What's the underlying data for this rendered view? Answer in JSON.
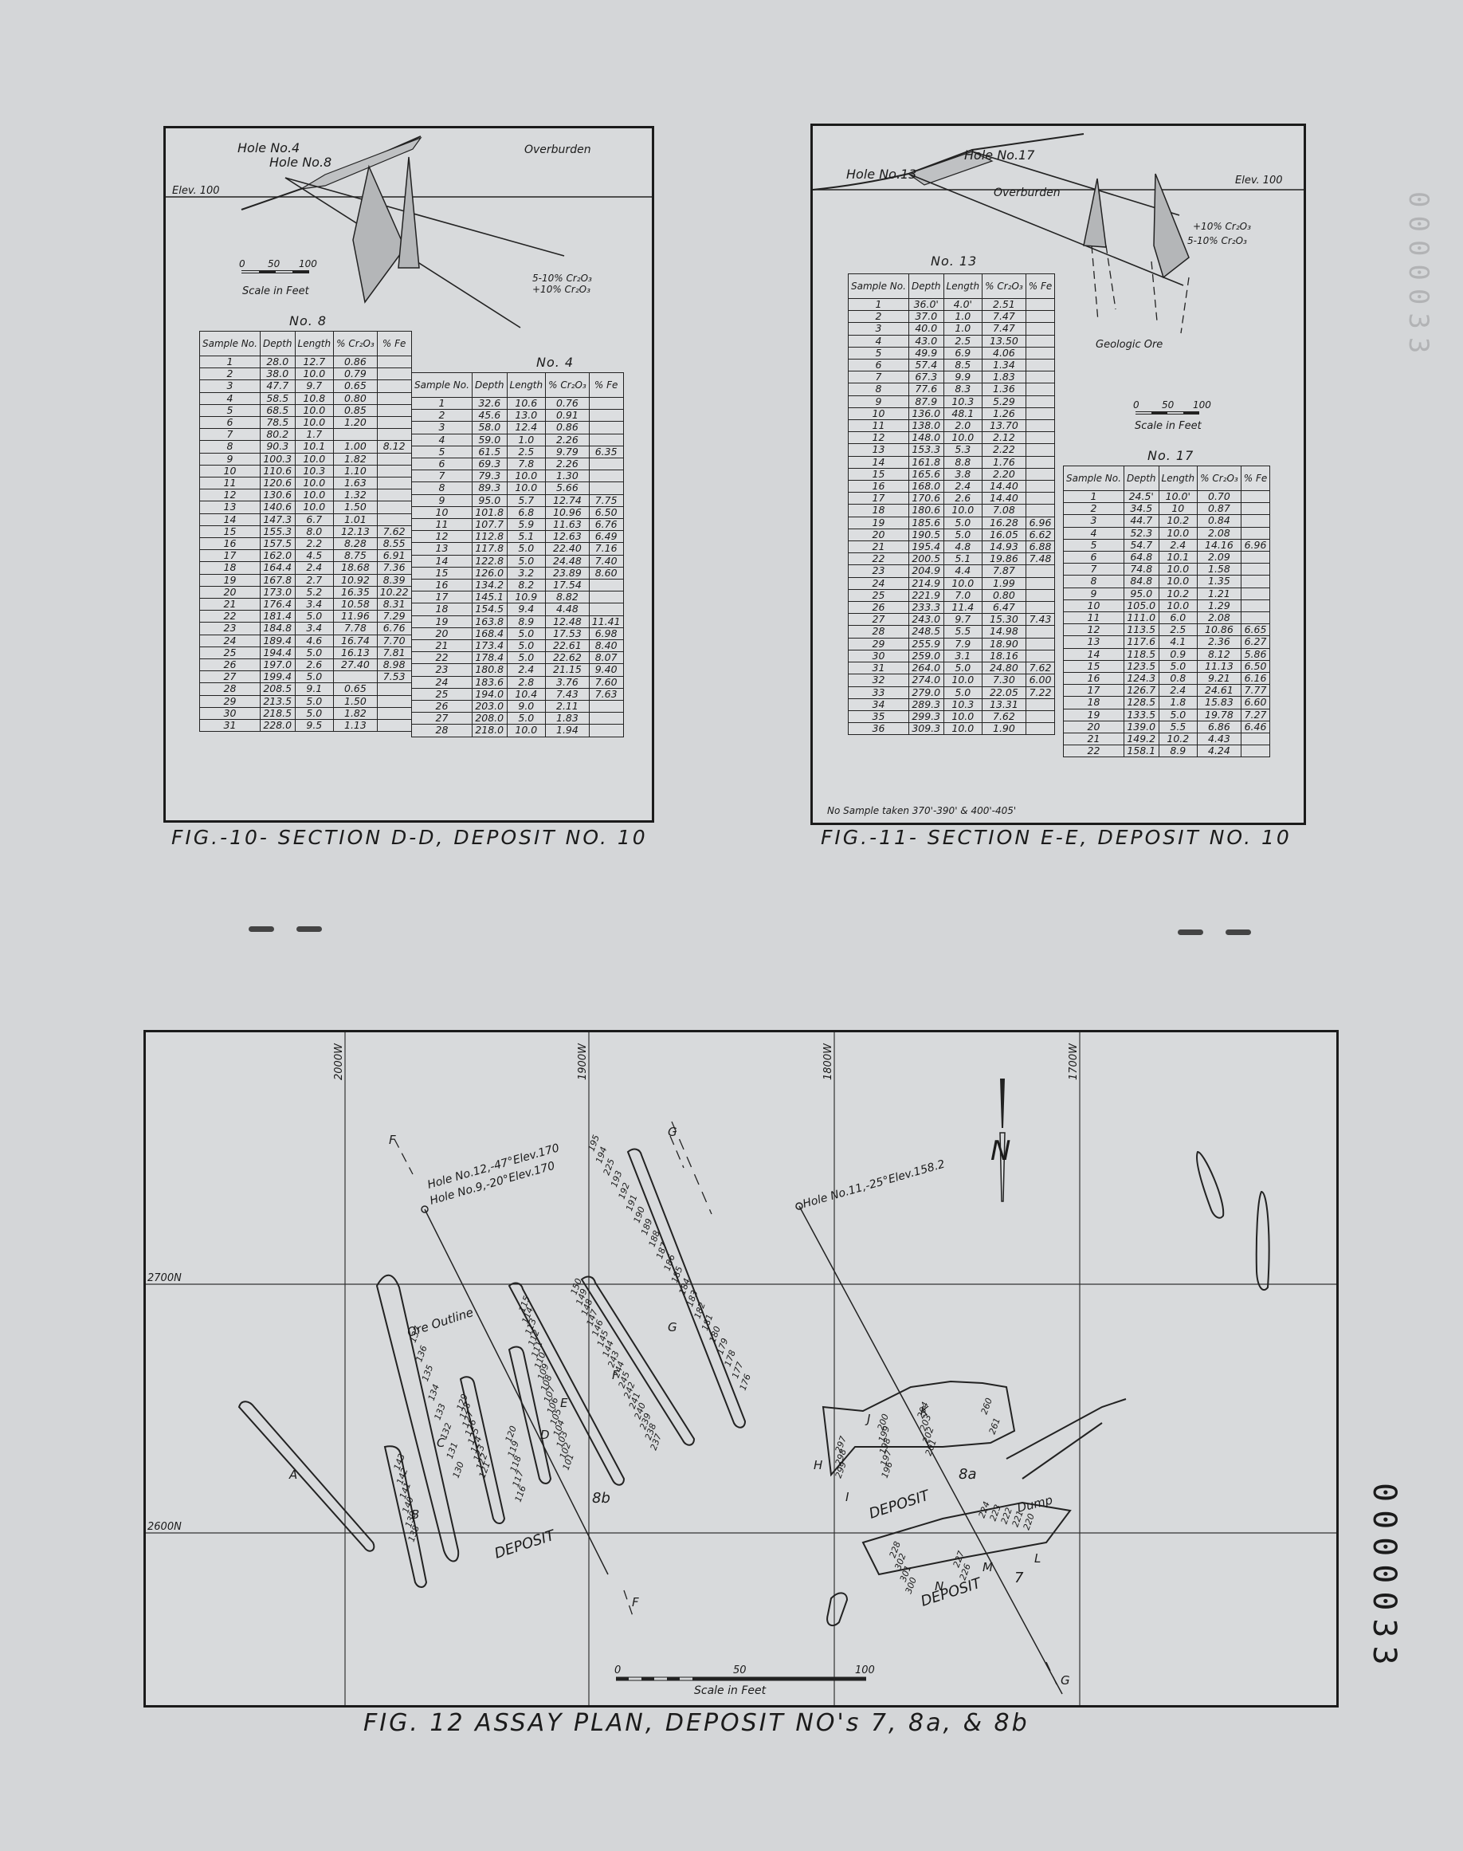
{
  "side_id": "0000033",
  "faded_id": "0000033",
  "fig10": {
    "caption": "FIG.-10- SECTION D-D, DEPOSIT NO. 10",
    "labels": {
      "hole4": "Hole No.4",
      "hole8": "Hole No.8",
      "overburden": "Overburden",
      "elev": "Elev. 100",
      "grade_low": "5-10% Cr₂O₃",
      "grade_high": "+10% Cr₂O₃",
      "scale_0": "0",
      "scale_50": "50",
      "scale_100": "100",
      "scale_title": "Scale in Feet"
    },
    "table8": {
      "title": "No. 8",
      "headers": [
        "Sample No.",
        "Depth",
        "Length",
        "% Cr₂O₃",
        "% Fe"
      ],
      "rows": [
        [
          "1",
          "28.0",
          "12.7",
          "0.86",
          ""
        ],
        [
          "2",
          "38.0",
          "10.0",
          "0.79",
          ""
        ],
        [
          "3",
          "47.7",
          "9.7",
          "0.65",
          ""
        ],
        [
          "4",
          "58.5",
          "10.8",
          "0.80",
          ""
        ],
        [
          "5",
          "68.5",
          "10.0",
          "0.85",
          ""
        ],
        [
          "6",
          "78.5",
          "10.0",
          "1.20",
          ""
        ],
        [
          "7",
          "80.2",
          "1.7",
          "",
          ""
        ],
        [
          "8",
          "90.3",
          "10.1",
          "1.00",
          "8.12"
        ],
        [
          "9",
          "100.3",
          "10.0",
          "1.82",
          ""
        ],
        [
          "10",
          "110.6",
          "10.3",
          "1.10",
          ""
        ],
        [
          "11",
          "120.6",
          "10.0",
          "1.63",
          ""
        ],
        [
          "12",
          "130.6",
          "10.0",
          "1.32",
          ""
        ],
        [
          "13",
          "140.6",
          "10.0",
          "1.50",
          ""
        ],
        [
          "14",
          "147.3",
          "6.7",
          "1.01",
          ""
        ],
        [
          "15",
          "155.3",
          "8.0",
          "12.13",
          "7.62"
        ],
        [
          "16",
          "157.5",
          "2.2",
          "8.28",
          "8.55"
        ],
        [
          "17",
          "162.0",
          "4.5",
          "8.75",
          "6.91"
        ],
        [
          "18",
          "164.4",
          "2.4",
          "18.68",
          "7.36"
        ],
        [
          "19",
          "167.8",
          "2.7",
          "10.92",
          "8.39"
        ],
        [
          "20",
          "173.0",
          "5.2",
          "16.35",
          "10.22"
        ],
        [
          "21",
          "176.4",
          "3.4",
          "10.58",
          "8.31"
        ],
        [
          "22",
          "181.4",
          "5.0",
          "11.96",
          "7.29"
        ],
        [
          "23",
          "184.8",
          "3.4",
          "7.78",
          "6.76"
        ],
        [
          "24",
          "189.4",
          "4.6",
          "16.74",
          "7.70"
        ],
        [
          "25",
          "194.4",
          "5.0",
          "16.13",
          "7.81"
        ],
        [
          "26",
          "197.0",
          "2.6",
          "27.40",
          "8.98"
        ],
        [
          "27",
          "199.4",
          "5.0",
          "",
          "7.53"
        ],
        [
          "28",
          "208.5",
          "9.1",
          "0.65",
          ""
        ],
        [
          "29",
          "213.5",
          "5.0",
          "1.50",
          ""
        ],
        [
          "30",
          "218.5",
          "5.0",
          "1.82",
          ""
        ],
        [
          "31",
          "228.0",
          "9.5",
          "1.13",
          ""
        ]
      ]
    },
    "table4": {
      "title": "No. 4",
      "headers": [
        "Sample No.",
        "Depth",
        "Length",
        "% Cr₂O₃",
        "% Fe"
      ],
      "rows": [
        [
          "1",
          "32.6",
          "10.6",
          "0.76",
          ""
        ],
        [
          "2",
          "45.6",
          "13.0",
          "0.91",
          ""
        ],
        [
          "3",
          "58.0",
          "12.4",
          "0.86",
          ""
        ],
        [
          "4",
          "59.0",
          "1.0",
          "2.26",
          ""
        ],
        [
          "5",
          "61.5",
          "2.5",
          "9.79",
          "6.35"
        ],
        [
          "6",
          "69.3",
          "7.8",
          "2.26",
          ""
        ],
        [
          "7",
          "79.3",
          "10.0",
          "1.30",
          ""
        ],
        [
          "8",
          "89.3",
          "10.0",
          "5.66",
          ""
        ],
        [
          "9",
          "95.0",
          "5.7",
          "12.74",
          "7.75"
        ],
        [
          "10",
          "101.8",
          "6.8",
          "10.96",
          "6.50"
        ],
        [
          "11",
          "107.7",
          "5.9",
          "11.63",
          "6.76"
        ],
        [
          "12",
          "112.8",
          "5.1",
          "12.63",
          "6.49"
        ],
        [
          "13",
          "117.8",
          "5.0",
          "22.40",
          "7.16"
        ],
        [
          "14",
          "122.8",
          "5.0",
          "24.48",
          "7.40"
        ],
        [
          "15",
          "126.0",
          "3.2",
          "23.89",
          "8.60"
        ],
        [
          "16",
          "134.2",
          "8.2",
          "17.54",
          ""
        ],
        [
          "17",
          "145.1",
          "10.9",
          "8.82",
          ""
        ],
        [
          "18",
          "154.5",
          "9.4",
          "4.48",
          ""
        ],
        [
          "19",
          "163.8",
          "8.9",
          "12.48",
          "11.41"
        ],
        [
          "20",
          "168.4",
          "5.0",
          "17.53",
          "6.98"
        ],
        [
          "21",
          "173.4",
          "5.0",
          "22.61",
          "8.40"
        ],
        [
          "22",
          "178.4",
          "5.0",
          "22.62",
          "8.07"
        ],
        [
          "23",
          "180.8",
          "2.4",
          "21.15",
          "9.40"
        ],
        [
          "24",
          "183.6",
          "2.8",
          "3.76",
          "7.60"
        ],
        [
          "25",
          "194.0",
          "10.4",
          "7.43",
          "7.63"
        ],
        [
          "26",
          "203.0",
          "9.0",
          "2.11",
          ""
        ],
        [
          "27",
          "208.0",
          "5.0",
          "1.83",
          ""
        ],
        [
          "28",
          "218.0",
          "10.0",
          "1.94",
          ""
        ]
      ]
    }
  },
  "fig11": {
    "caption": "FIG.-11- SECTION E-E, DEPOSIT NO. 10",
    "labels": {
      "hole17": "Hole No.17",
      "hole13": "Hole No.13",
      "overburden": "Overburden",
      "elev": "Elev. 100",
      "grade_high": "+10% Cr₂O₃",
      "grade_low": "5-10% Cr₂O₃",
      "geologic": "Geologic Ore",
      "scale_0": "0",
      "scale_50": "50",
      "scale_100": "100",
      "scale_title": "Scale in Feet",
      "note": "No Sample taken 370'-390' & 400'-405'"
    },
    "table13": {
      "title": "No. 13",
      "headers": [
        "Sample No.",
        "Depth",
        "Length",
        "% Cr₂O₃",
        "% Fe"
      ],
      "rows": [
        [
          "1",
          "36.0'",
          "4.0'",
          "2.51",
          ""
        ],
        [
          "2",
          "37.0",
          "1.0",
          "7.47",
          ""
        ],
        [
          "3",
          "40.0",
          "1.0",
          "7.47",
          ""
        ],
        [
          "4",
          "43.0",
          "2.5",
          "13.50",
          ""
        ],
        [
          "5",
          "49.9",
          "6.9",
          "4.06",
          ""
        ],
        [
          "6",
          "57.4",
          "8.5",
          "1.34",
          ""
        ],
        [
          "7",
          "67.3",
          "9.9",
          "1.83",
          ""
        ],
        [
          "8",
          "77.6",
          "8.3",
          "1.36",
          ""
        ],
        [
          "9",
          "87.9",
          "10.3",
          "5.29",
          ""
        ],
        [
          "10",
          "136.0",
          "48.1",
          "1.26",
          ""
        ],
        [
          "11",
          "138.0",
          "2.0",
          "13.70",
          ""
        ],
        [
          "12",
          "148.0",
          "10.0",
          "2.12",
          ""
        ],
        [
          "13",
          "153.3",
          "5.3",
          "2.22",
          ""
        ],
        [
          "14",
          "161.8",
          "8.8",
          "1.76",
          ""
        ],
        [
          "15",
          "165.6",
          "3.8",
          "2.20",
          ""
        ],
        [
          "16",
          "168.0",
          "2.4",
          "14.40",
          ""
        ],
        [
          "17",
          "170.6",
          "2.6",
          "14.40",
          ""
        ],
        [
          "18",
          "180.6",
          "10.0",
          "7.08",
          ""
        ],
        [
          "19",
          "185.6",
          "5.0",
          "16.28",
          "6.96"
        ],
        [
          "20",
          "190.5",
          "5.0",
          "16.05",
          "6.62"
        ],
        [
          "21",
          "195.4",
          "4.8",
          "14.93",
          "6.88"
        ],
        [
          "22",
          "200.5",
          "5.1",
          "19.86",
          "7.48"
        ],
        [
          "23",
          "204.9",
          "4.4",
          "7.87",
          ""
        ],
        [
          "24",
          "214.9",
          "10.0",
          "1.99",
          ""
        ],
        [
          "25",
          "221.9",
          "7.0",
          "0.80",
          ""
        ],
        [
          "26",
          "233.3",
          "11.4",
          "6.47",
          ""
        ],
        [
          "27",
          "243.0",
          "9.7",
          "15.30",
          "7.43"
        ],
        [
          "28",
          "248.5",
          "5.5",
          "14.98",
          ""
        ],
        [
          "29",
          "255.9",
          "7.9",
          "18.90",
          ""
        ],
        [
          "30",
          "259.0",
          "3.1",
          "18.16",
          ""
        ],
        [
          "31",
          "264.0",
          "5.0",
          "24.80",
          "7.62"
        ],
        [
          "32",
          "274.0",
          "10.0",
          "7.30",
          "6.00"
        ],
        [
          "33",
          "279.0",
          "5.0",
          "22.05",
          "7.22"
        ],
        [
          "34",
          "289.3",
          "10.3",
          "13.31",
          ""
        ],
        [
          "35",
          "299.3",
          "10.0",
          "7.62",
          ""
        ],
        [
          "36",
          "309.3",
          "10.0",
          "1.90",
          ""
        ]
      ]
    },
    "table17": {
      "title": "No. 17",
      "headers": [
        "Sample No.",
        "Depth",
        "Length",
        "% Cr₂O₃",
        "% Fe"
      ],
      "rows": [
        [
          "1",
          "24.5'",
          "10.0'",
          "0.70",
          ""
        ],
        [
          "2",
          "34.5",
          "10",
          "0.87",
          ""
        ],
        [
          "3",
          "44.7",
          "10.2",
          "0.84",
          ""
        ],
        [
          "4",
          "52.3",
          "10.0",
          "2.08",
          ""
        ],
        [
          "5",
          "54.7",
          "2.4",
          "14.16",
          "6.96"
        ],
        [
          "6",
          "64.8",
          "10.1",
          "2.09",
          ""
        ],
        [
          "7",
          "74.8",
          "10.0",
          "1.58",
          ""
        ],
        [
          "8",
          "84.8",
          "10.0",
          "1.35",
          ""
        ],
        [
          "9",
          "95.0",
          "10.2",
          "1.21",
          ""
        ],
        [
          "10",
          "105.0",
          "10.0",
          "1.29",
          ""
        ],
        [
          "11",
          "111.0",
          "6.0",
          "2.08",
          ""
        ],
        [
          "12",
          "113.5",
          "2.5",
          "10.86",
          "6.65"
        ],
        [
          "13",
          "117.6",
          "4.1",
          "2.36",
          "6.27"
        ],
        [
          "14",
          "118.5",
          "0.9",
          "8.12",
          "5.86"
        ],
        [
          "15",
          "123.5",
          "5.0",
          "11.13",
          "6.50"
        ],
        [
          "16",
          "124.3",
          "0.8",
          "9.21",
          "6.16"
        ],
        [
          "17",
          "126.7",
          "2.4",
          "24.61",
          "7.77"
        ],
        [
          "18",
          "128.5",
          "1.8",
          "15.83",
          "6.60"
        ],
        [
          "19",
          "133.5",
          "5.0",
          "19.78",
          "7.27"
        ],
        [
          "20",
          "139.0",
          "5.5",
          "6.86",
          "6.46"
        ],
        [
          "21",
          "149.2",
          "10.2",
          "4.43",
          ""
        ],
        [
          "22",
          "158.1",
          "8.9",
          "4.24",
          ""
        ]
      ]
    }
  },
  "fig12": {
    "caption": "FIG. 12 ASSAY PLAN, DEPOSIT NO's 7, 8a, & 8b",
    "grid": {
      "x_labels": [
        "2000W",
        "1900W",
        "1800W",
        "1700W"
      ],
      "y_labels": [
        "2700N",
        "2600N"
      ]
    },
    "labels": {
      "hole12": "Hole No.12,-47°Elev.170",
      "hole9": "Hole No.9,-20°Elev.170",
      "hole11": "Hole No.11,-25°Elev.158.2",
      "ore_outline": "Ore Outline",
      "deposit": "DEPOSIT",
      "dep8b": "8b",
      "dep8a": "8a",
      "dep7": "7",
      "dump": "Dump",
      "north": "N",
      "sec_F_top": "F",
      "sec_F_bottom": "F",
      "sec_G_top": "G",
      "sec_G_bottom": "G",
      "scale_0": "0",
      "scale_50": "50",
      "scale_100": "100",
      "scale_title": "Scale in Feet"
    },
    "trench_letters": [
      "A",
      "B",
      "C",
      "D",
      "E",
      "F",
      "G",
      "H",
      "I",
      "J",
      "K",
      "L",
      "M",
      "N"
    ],
    "sample_groups": {
      "trench_C": [
        "137",
        "136",
        "135",
        "134",
        "133",
        "132",
        "131",
        "130"
      ],
      "trench_B": [
        "143",
        "142",
        "141",
        "140",
        "139",
        "138"
      ],
      "trench_C2": [
        "129",
        "128",
        "127",
        "126",
        "125",
        "124",
        "123",
        "122",
        "121"
      ],
      "trench_D": [
        "120",
        "119",
        "118",
        "117",
        "116"
      ],
      "trench_E": [
        "115",
        "114",
        "113",
        "112",
        "111",
        "110",
        "109",
        "108",
        "107",
        "106",
        "105",
        "104",
        "103",
        "102",
        "101"
      ],
      "trench_F": [
        "150",
        "149",
        "148",
        "147",
        "146",
        "145",
        "144",
        "243",
        "244",
        "245",
        "242",
        "241",
        "240",
        "239",
        "238",
        "237"
      ],
      "trench_G": [
        "195",
        "194",
        "225",
        "193",
        "192",
        "191",
        "190",
        "189",
        "188",
        "187",
        "186",
        "185",
        "184",
        "183",
        "182",
        "181",
        "180",
        "179",
        "178",
        "177",
        "176"
      ],
      "trench_H": [
        "297",
        "298",
        "299"
      ],
      "trench_J": [
        "200",
        "199",
        "198",
        "197",
        "196"
      ],
      "trench_K": [
        "204",
        "203",
        "202",
        "201"
      ],
      "trench_K2": [
        "260",
        "261"
      ],
      "trench_L": [
        "224",
        "223",
        "222",
        "221",
        "220"
      ],
      "trench_M": [
        "227",
        "226"
      ],
      "trench_N": [
        "228",
        "302",
        "301",
        "300"
      ]
    }
  }
}
